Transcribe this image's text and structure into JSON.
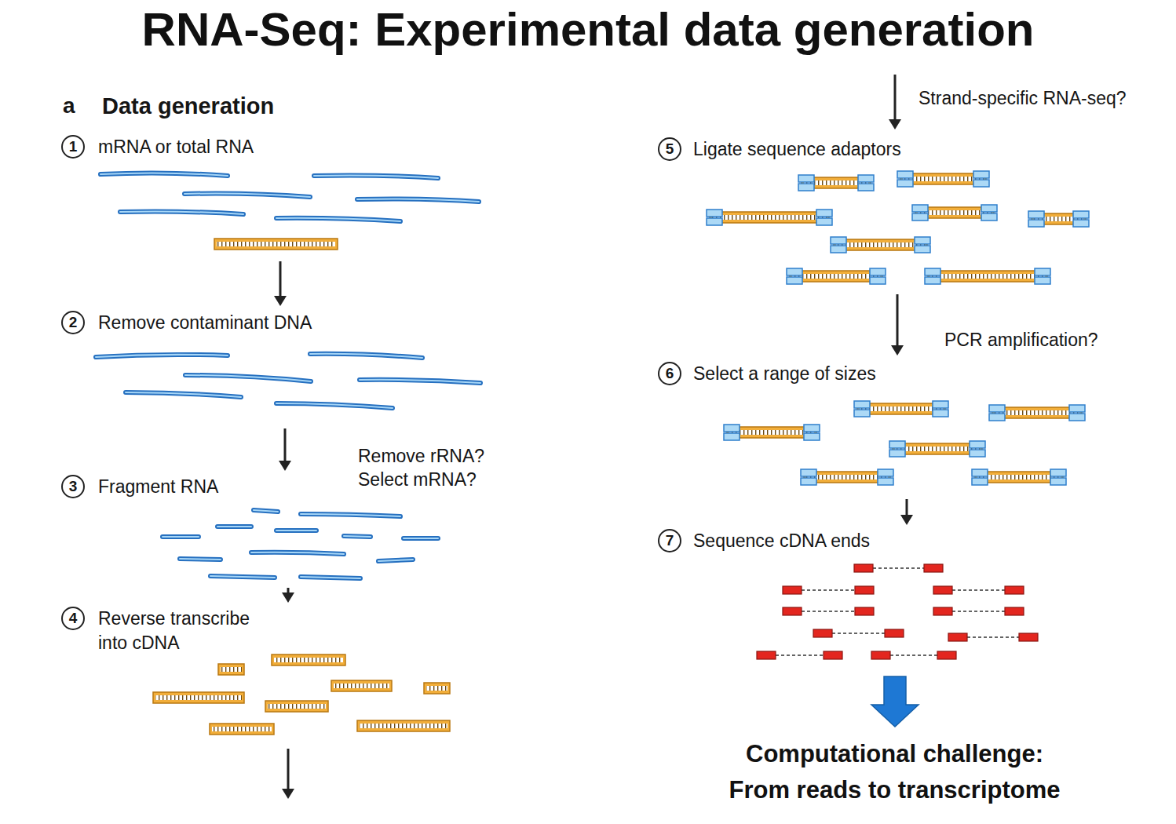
{
  "diagram": {
    "title": "RNA-Seq: Experimental data generation",
    "nodes": [
      {
        "text": [
          "1",
          "mRNA or total RNA"
        ]
      },
      {
        "text": [
          "2",
          "Remove contaminant DNA"
        ]
      },
      {
        "text": [
          "3",
          "Fragment RNA"
        ]
      },
      {
        "text": [
          "4",
          "Reverse transcribe into cDNA"
        ]
      },
      {
        "text": [
          "5",
          "Ligate sequence adaptors"
        ]
      },
      {
        "text": [
          "6",
          "Select a range of sizes"
        ]
      },
      {
        "text": [
          "7",
          "Sequence cDNA ends"
        ]
      },
      {
        "text": [
          "Computational challenge: From reads to transcriptome"
        ]
      }
    ],
    "edges": [
      {
        "from": 0,
        "to": 1,
        "arrow": "to"
      },
      {
        "from": 1,
        "to": 2,
        "label": "Remove rRNA? Select mRNA?",
        "arrow": "to"
      },
      {
        "from": 2,
        "to": 3,
        "arrow": "to"
      },
      {
        "from": 3,
        "to": 4,
        "label": "Strand-specific RNA-seq?",
        "arrow": "to"
      },
      {
        "from": 4,
        "to": 5,
        "label": "PCR amplification?",
        "arrow": "to"
      },
      {
        "from": 5,
        "to": 6,
        "arrow": "to"
      },
      {
        "from": 6,
        "to": 7,
        "arrow": "to"
      }
    ],
    "labels": [
      "a",
      "Data generation"
    ]
  }
}
